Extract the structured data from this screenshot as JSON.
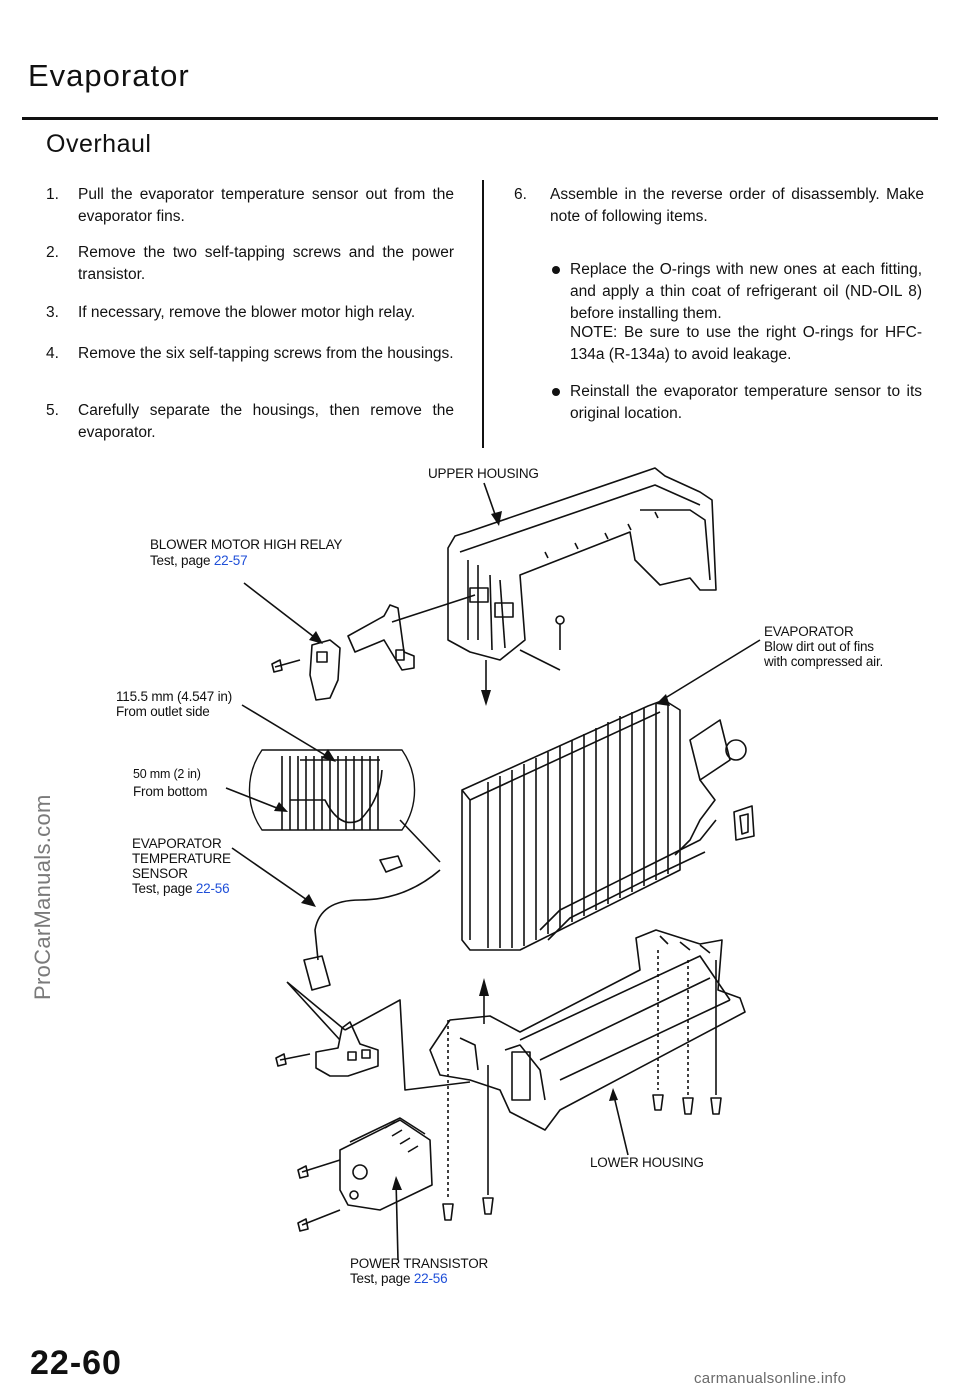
{
  "header": {
    "title": "Evaporator",
    "subtitle": "Overhaul"
  },
  "steps_left": [
    {
      "num": "1.",
      "text": "Pull the evaporator temperature sensor out from the evaporator fins."
    },
    {
      "num": "2.",
      "text": "Remove the two self-tapping screws and the power transistor."
    },
    {
      "num": "3.",
      "text": "If necessary, remove the blower motor high relay."
    },
    {
      "num": "4.",
      "text": "Remove the six self-tapping screws from the housings."
    },
    {
      "num": "5.",
      "text": "Carefully separate the housings, then remove the evaporator."
    }
  ],
  "steps_right": {
    "num": "6.",
    "text": "Assemble in the reverse order of disassembly. Make note of following items.",
    "bullets": [
      "Replace the O-rings with new ones at each fitting, and apply a thin coat of refrigerant oil (ND-OIL 8) before installing them.",
      "Reinstall the evaporator temperature sensor to its original location."
    ],
    "note": "NOTE: Be sure to use the right O-rings for HFC-134a (R-134a) to avoid leakage."
  },
  "diagram_labels": {
    "upper_housing": "UPPER HOUSING",
    "blower_relay": "BLOWER MOTOR HIGH RELAY",
    "blower_relay_test": "Test, page",
    "blower_relay_page": "22-57",
    "evaporator": "EVAPORATOR",
    "evaporator_note1": "Blow dirt out of fins",
    "evaporator_note2": "with compressed air.",
    "dim1_value": "115.5 mm (4.547 in)",
    "dim1_note": "From outlet side",
    "dim2_value": "50 mm (2 in)",
    "dim2_note": "From bottom",
    "sensor_line1": "EVAPORATOR",
    "sensor_line2": "TEMPERATURE",
    "sensor_line3": "SENSOR",
    "sensor_test": "Test, page",
    "sensor_page": "22-56",
    "lower_housing": "LOWER HOUSING",
    "transistor": "POWER TRANSISTOR",
    "transistor_test": "Test, page",
    "transistor_page": "22-56"
  },
  "watermark": "ProCarManuals.com",
  "page_number": "22-60",
  "footer": "carmanualsonline.info",
  "colors": {
    "link": "#1f4fd8",
    "text": "#111111"
  }
}
